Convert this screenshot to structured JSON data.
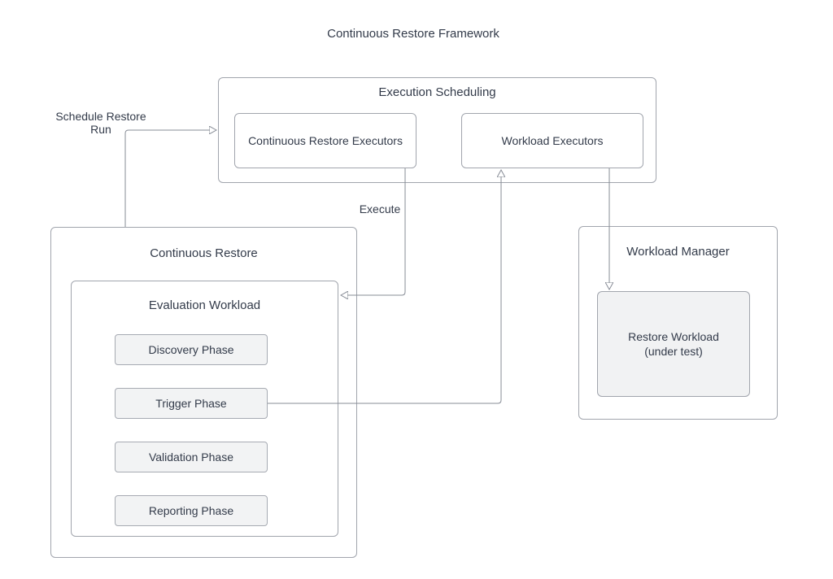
{
  "title": "Continuous Restore Framework",
  "colors": {
    "background": "#ffffff",
    "box_border": "#a1a5ad",
    "phase_fill": "#f2f3f4",
    "text": "#333b4a",
    "connector": "#878c96",
    "arrowhead": "#39404f"
  },
  "diagram": {
    "execution_scheduling": {
      "label": "Execution Scheduling"
    },
    "continuous_restore_executors": {
      "label": "Continuous Restore Executors"
    },
    "workload_executors": {
      "label": "Workload Executors"
    },
    "continuous_restore": {
      "label": "Continuous Restore"
    },
    "evaluation_workload": {
      "label": "Evaluation Workload"
    },
    "phases": [
      {
        "label": "Discovery Phase"
      },
      {
        "label": "Trigger Phase"
      },
      {
        "label": "Validation Phase"
      },
      {
        "label": "Reporting Phase"
      }
    ],
    "workload_manager": {
      "label": "Workload Manager"
    },
    "restore_workload": {
      "label": "Restore Workload",
      "sublabel": "(under test)"
    },
    "edges": {
      "schedule_restore_run": "Schedule Restore Run",
      "execute": "Execute"
    }
  }
}
